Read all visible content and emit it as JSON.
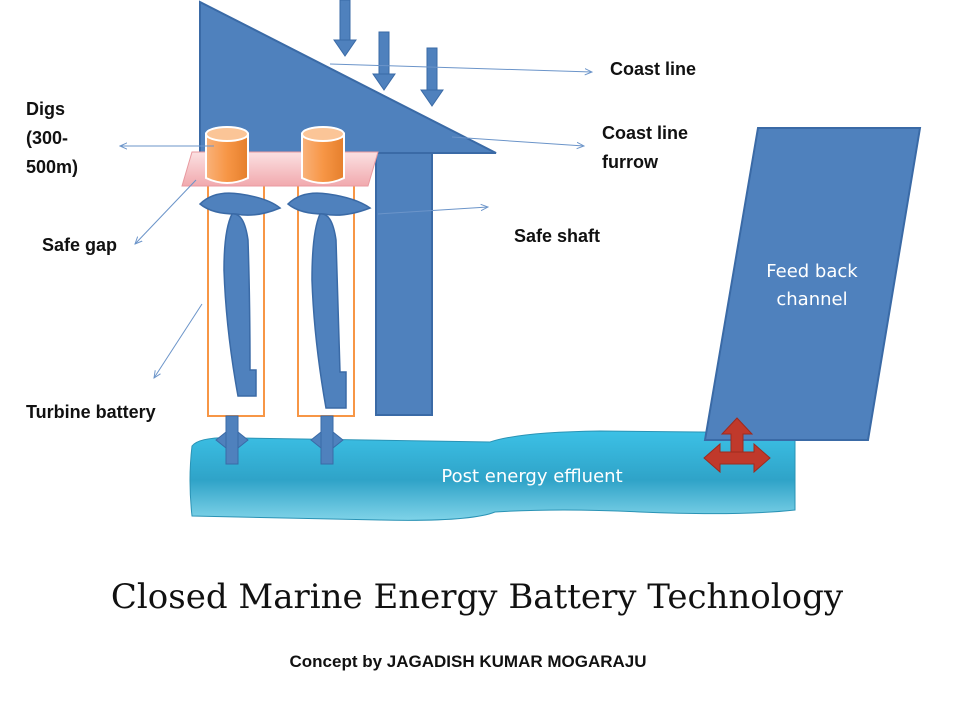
{
  "labels": {
    "coast_line": "Coast line",
    "coast_line_furrow_1": "Coast line",
    "coast_line_furrow_2": "furrow",
    "digs_1": "Digs",
    "digs_2": "(300-",
    "digs_3": "500m)",
    "safe_gap": "Safe gap",
    "safe_shaft": "Safe shaft",
    "turbine_battery": "Turbine battery",
    "feedback_1": "Feed back",
    "feedback_2": "channel",
    "effluent": "Post energy effluent"
  },
  "title": "Closed Marine Energy Battery Technology",
  "subtitle": {
    "prefix": "Concept by ",
    "author": "JAGADISH KUMAR MOGARAJU"
  },
  "colors": {
    "structure_blue": "#4f81bd",
    "structure_outline": "#3a6aa6",
    "water": "#3bb3d6",
    "pink_plate": "#f5c4c8",
    "orange": "#f79646",
    "red_arrow": "#c0392b",
    "pointer_line": "#6b94c9"
  }
}
